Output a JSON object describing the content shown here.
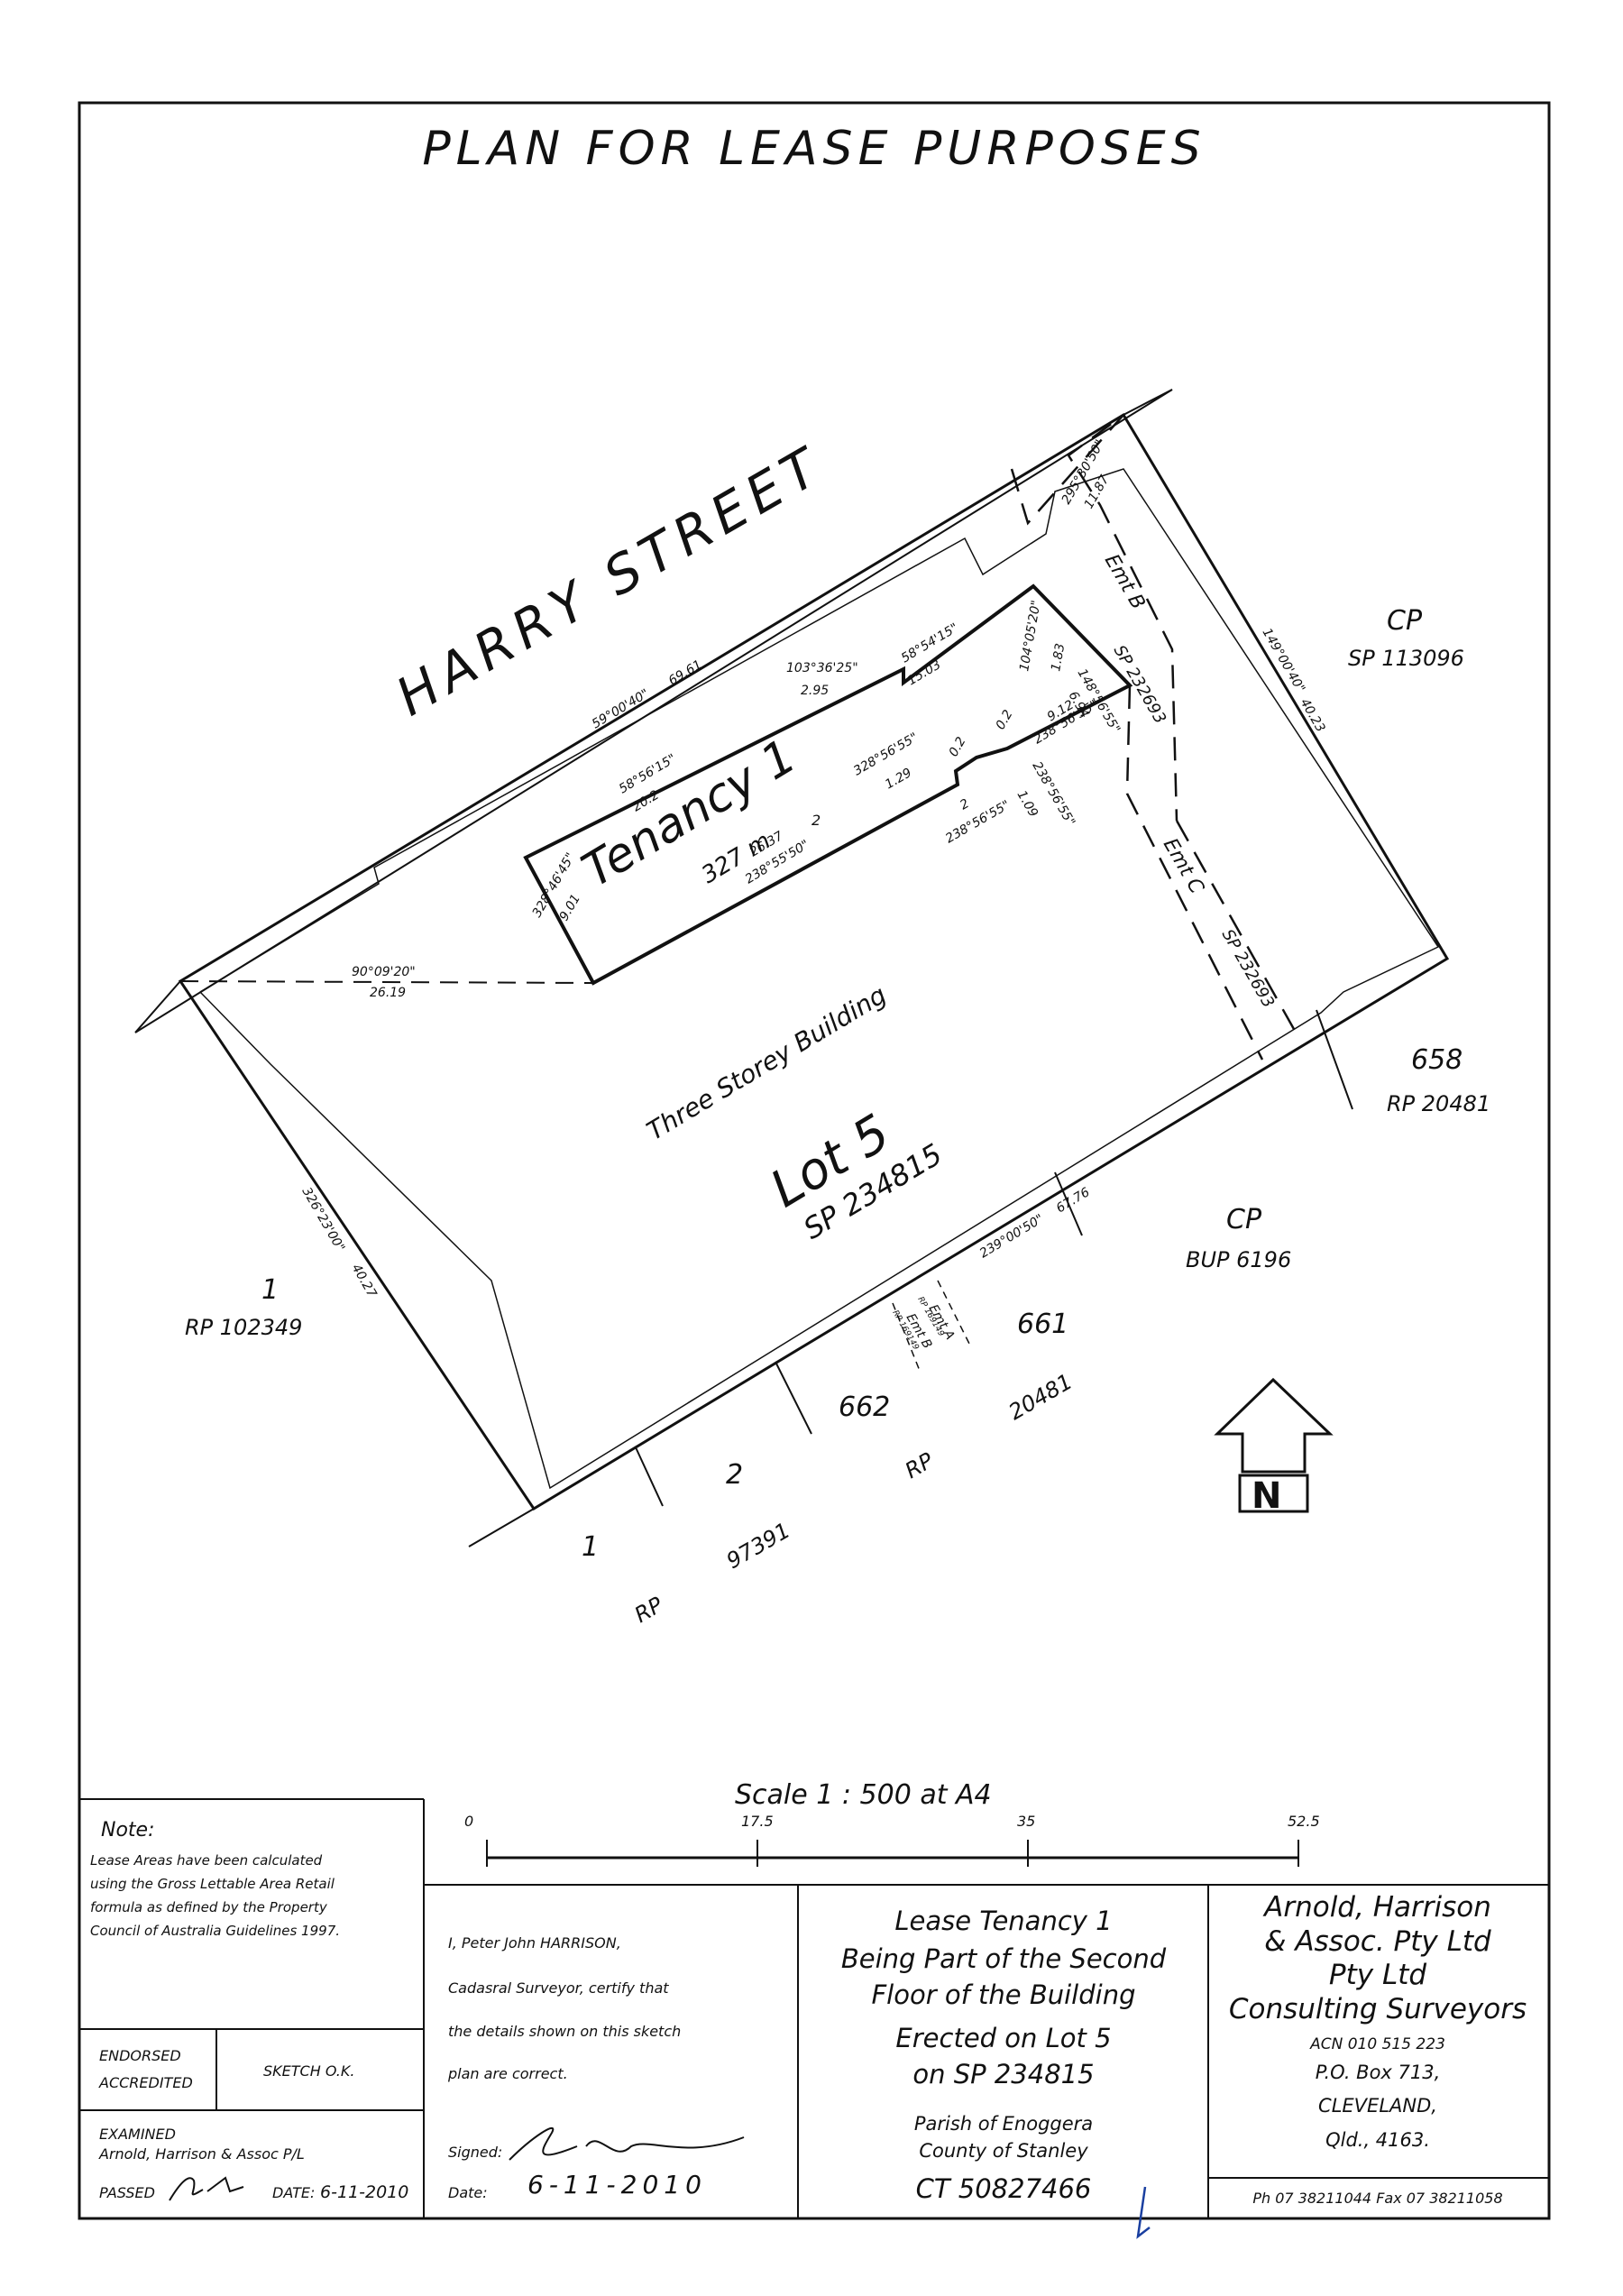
{
  "title": "PLAN FOR LEASE PURPOSES",
  "street": "HARRY STREET",
  "tenancy": {
    "name": "Tenancy 1",
    "area": "327 m",
    "area_sup": "2"
  },
  "building": "Three Storey Building",
  "lot": {
    "name": "Lot 5",
    "plan": "SP 234815"
  },
  "bearings": {
    "b1": "59°00'40\"",
    "d1": "69.61",
    "b2": "58°56'15\"",
    "d2": "20.2",
    "b3": "103°36'25\"",
    "d3": "2.95",
    "b4": "58°54'15\"",
    "d4": "15.03",
    "b5": "328°46'45\"",
    "d5": "9.01",
    "b6": "90°09'20\"",
    "d6": "26.19",
    "b7": "238°55'50\"",
    "d7": "26.37",
    "b8": "328°56'55\"",
    "d8": "1.29",
    "b9": "238°56'55\"",
    "d9": "2",
    "b10": "0.2",
    "b11": "0.2",
    "b12": "238°56'55\"",
    "d12": "1.09",
    "b13": "238°56'55\"",
    "d13": "9.12",
    "b14": "104°05'20\"",
    "d14": "1.83",
    "b15": "148°56'55\"",
    "d15": "6.94",
    "b16": "295°30'50\"",
    "d16": "11.87",
    "b17": "149°00'40\"",
    "d17": "40.23",
    "b18": "239°00'50\"",
    "d18": "67.76",
    "b19": "326°23'00\"",
    "d19": "40.27"
  },
  "easements": {
    "emt_b": "Emt B",
    "emt_b_plan": "SP 232693",
    "emt_c": "Emt C",
    "emt_c_plan": "SP 232693",
    "emt_a_small": "Emt A",
    "emt_b_small": "Emt B",
    "rp_small_1": "RP 169149",
    "rp_small_2": "RP 169149"
  },
  "neighbours": {
    "cp_ne": "CP",
    "cp_ne_plan": "SP 113096",
    "lot658": "658",
    "lot658_plan": "RP 20481",
    "cp_se": "CP",
    "cp_se_plan": "BUP 6196",
    "lot661": "661",
    "lot662": "662",
    "rp20481": "20481",
    "rp_a": "RP",
    "lot2": "2",
    "rp97391": "97391",
    "lot1_s": "1",
    "rp_b": "RP",
    "lot1_w": "1",
    "lot1_w_plan": "RP 102349"
  },
  "scale": {
    "label": "Scale  1 : 500 at A4",
    "ticks": [
      "0",
      "17.5",
      "35",
      "52.5"
    ]
  },
  "note": {
    "heading": "Note:",
    "lines": [
      "Lease Areas have been calculated",
      "using the Gross Lettable Area Retail",
      "formula as defined by the Property",
      "Council of Australia Guidelines 1997."
    ]
  },
  "endorsed": {
    "line1": "ENDORSED",
    "line2": "ACCREDITED",
    "sketch": "SKETCH O.K."
  },
  "examined": {
    "line1": "EXAMINED",
    "line2": "Arnold, Harrison & Assoc P/L",
    "passed": "PASSED",
    "date_label": "DATE:",
    "date_value": "6-11-2010"
  },
  "certificate": {
    "lines": [
      "I, Peter John HARRISON,",
      "Cadasral Surveyor, certify that",
      "the details shown on this sketch",
      "plan are correct."
    ],
    "signed_label": "Signed:",
    "date_label": "Date:",
    "date_value": "6-11-2010"
  },
  "description": {
    "lines": [
      "Lease Tenancy 1",
      "Being Part of the Second",
      "Floor of the Building",
      "Erected on Lot 5",
      "on SP 234815"
    ],
    "parish": "Parish of Enoggera",
    "county": "County of Stanley",
    "ct": "CT 50827466"
  },
  "firm": {
    "lines": [
      "Arnold, Harrison",
      "& Assoc. Pty Ltd",
      "Pty Ltd",
      "Consulting Surveyors"
    ],
    "acn": "ACN 010 515 223",
    "po": "P.O. Box 713,",
    "city": "CLEVELAND,",
    "state": "Qld., 4163.",
    "phone": "Ph 07 38211044   Fax 07 38211058"
  },
  "north_label": "N"
}
